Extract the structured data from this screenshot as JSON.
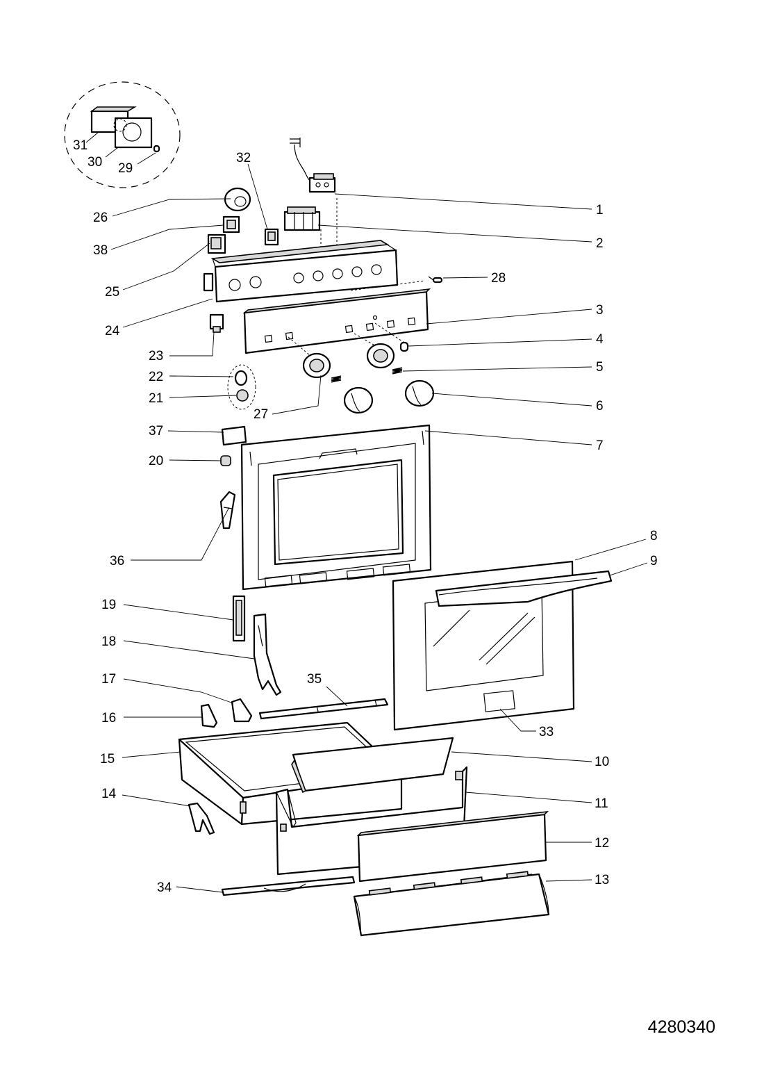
{
  "diagram": {
    "reference_code": "4280340",
    "labels": [
      {
        "id": "1"
      },
      {
        "id": "2"
      },
      {
        "id": "3"
      },
      {
        "id": "4"
      },
      {
        "id": "5"
      },
      {
        "id": "6"
      },
      {
        "id": "7"
      },
      {
        "id": "8"
      },
      {
        "id": "9"
      },
      {
        "id": "10"
      },
      {
        "id": "11"
      },
      {
        "id": "12"
      },
      {
        "id": "13"
      },
      {
        "id": "14"
      },
      {
        "id": "15"
      },
      {
        "id": "16"
      },
      {
        "id": "17"
      },
      {
        "id": "18"
      },
      {
        "id": "19"
      },
      {
        "id": "20"
      },
      {
        "id": "21"
      },
      {
        "id": "22"
      },
      {
        "id": "23"
      },
      {
        "id": "24"
      },
      {
        "id": "25"
      },
      {
        "id": "26"
      },
      {
        "id": "27"
      },
      {
        "id": "28"
      },
      {
        "id": "29"
      },
      {
        "id": "30"
      },
      {
        "id": "31"
      },
      {
        "id": "32"
      },
      {
        "id": "33"
      },
      {
        "id": "34"
      },
      {
        "id": "35"
      },
      {
        "id": "36"
      },
      {
        "id": "37"
      },
      {
        "id": "38"
      }
    ]
  }
}
